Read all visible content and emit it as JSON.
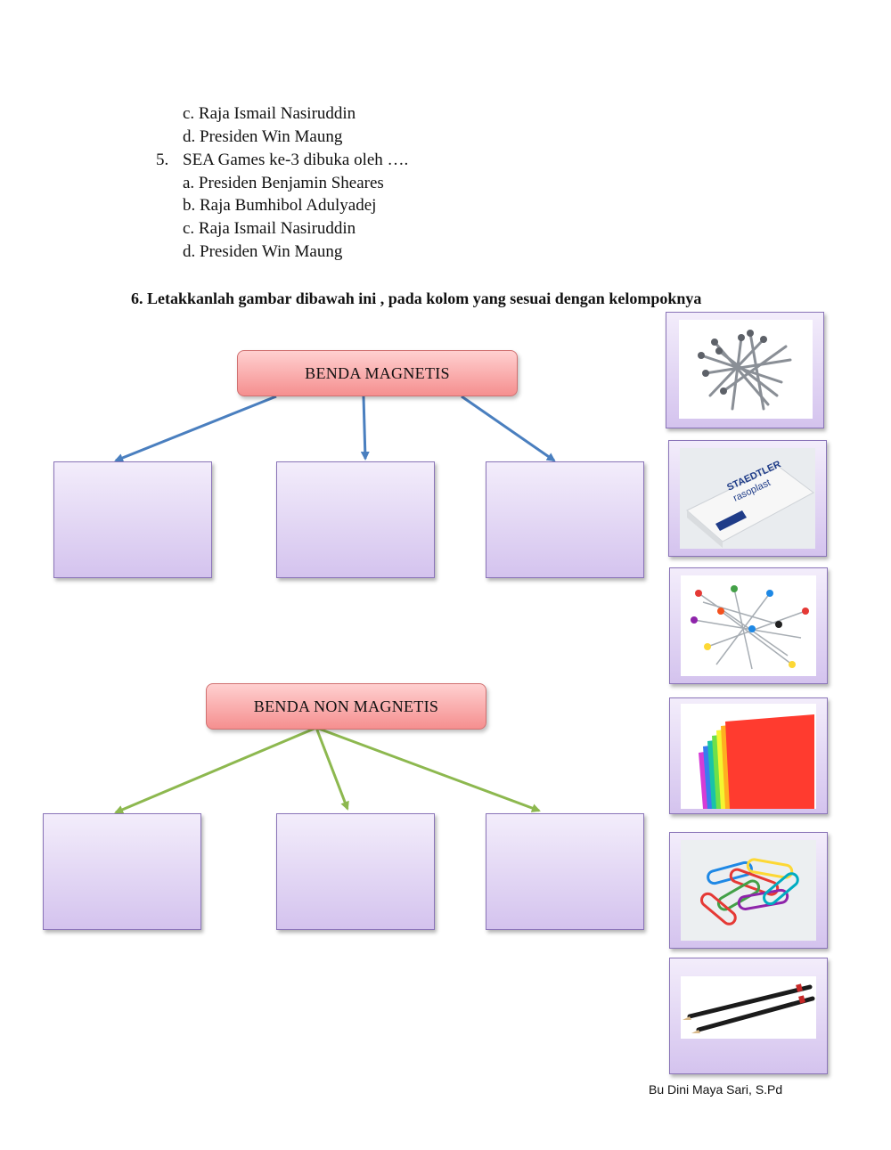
{
  "prev_question_options": {
    "c": "c. Raja Ismail Nasiruddin",
    "d": "d. Presiden Win Maung"
  },
  "question5": {
    "number": "5.",
    "text": "SEA Games ke-3 dibuka oleh ….",
    "options": [
      "a. Presiden Benjamin Sheares",
      "b. Raja Bumhibol Adulyadej",
      "c. Raja Ismail Nasiruddin",
      "d. Presiden Win Maung"
    ]
  },
  "question6": {
    "text": "6.   Letakkanlah  gambar dibawah ini , pada kolom yang sesuai dengan kelompoknya"
  },
  "categories": {
    "magnetic": "BENDA MAGNETIS",
    "non_magnetic": "BENDA NON MAGNETIS"
  },
  "item_cards": [
    {
      "icon": "nails-image"
    },
    {
      "icon": "eraser-image",
      "brand": "STAEDTLER",
      "model": "rasoplast"
    },
    {
      "icon": "pins-image"
    },
    {
      "icon": "colored-paper-image"
    },
    {
      "icon": "paper-clips-image"
    },
    {
      "icon": "pencils-image"
    }
  ],
  "colors": {
    "magnetic_arrows": "#4a7fbf",
    "non_magnetic_arrows": "#8db84f",
    "category_box": "#f58f8f",
    "drop_box": "#d4c3ee"
  },
  "footer": "Bu Dini Maya Sari, S.Pd"
}
